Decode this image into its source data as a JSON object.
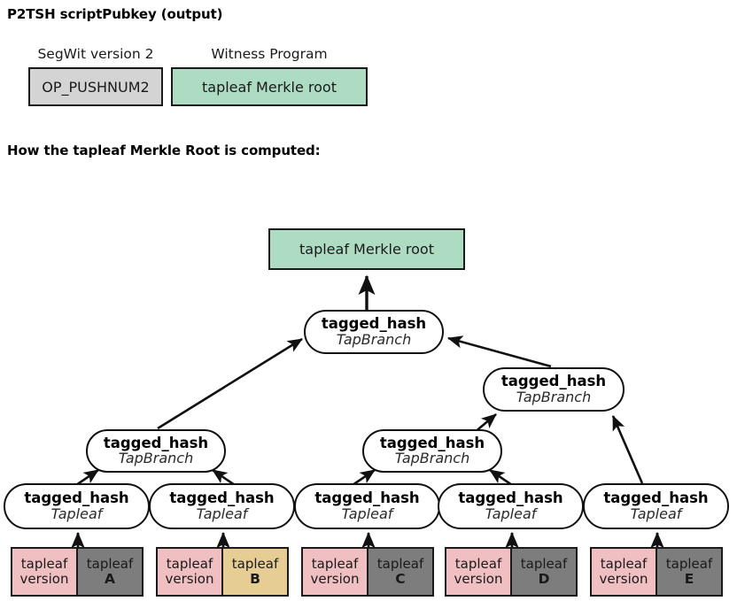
{
  "headings": {
    "scriptpubkey": "P2TSH scriptPubkey (output)",
    "merkle_root": "How the tapleaf Merkle Root is computed:"
  },
  "scriptpubkey_fields": [
    {
      "label": "SegWit version 2",
      "value": "OP_PUSHNUM2",
      "color": "#d4d4d4"
    },
    {
      "label": "Witness Program",
      "value": "tapleaf Merkle root",
      "color": "#aedcc3"
    }
  ],
  "tree": {
    "root_output": {
      "label": "tapleaf Merkle root",
      "color": "#aedcc3"
    },
    "branches": [
      {
        "id": "root-branch",
        "fn": "tagged_hash",
        "tag": "TapBranch"
      },
      {
        "id": "right-branch",
        "fn": "tagged_hash",
        "tag": "TapBranch"
      },
      {
        "id": "left-branch",
        "fn": "tagged_hash",
        "tag": "TapBranch"
      },
      {
        "id": "mid-branch",
        "fn": "tagged_hash",
        "tag": "TapBranch"
      }
    ],
    "leaves": [
      {
        "id": "leaf-a",
        "fn": "tagged_hash",
        "tag": "Tapleaf",
        "version_line1": "tapleaf",
        "version_line2": "version",
        "script_line1": "tapleaf",
        "script_name": "A",
        "script_color": "#7d7d7d"
      },
      {
        "id": "leaf-b",
        "fn": "tagged_hash",
        "tag": "Tapleaf",
        "version_line1": "tapleaf",
        "version_line2": "version",
        "script_line1": "tapleaf",
        "script_name": "B",
        "script_color": "#e6cd94"
      },
      {
        "id": "leaf-c",
        "fn": "tagged_hash",
        "tag": "Tapleaf",
        "version_line1": "tapleaf",
        "version_line2": "version",
        "script_line1": "tapleaf",
        "script_name": "C",
        "script_color": "#7d7d7d"
      },
      {
        "id": "leaf-d",
        "fn": "tagged_hash",
        "tag": "Tapleaf",
        "version_line1": "tapleaf",
        "version_line2": "version",
        "script_line1": "tapleaf",
        "script_name": "D",
        "script_color": "#7d7d7d"
      },
      {
        "id": "leaf-e",
        "fn": "tagged_hash",
        "tag": "Tapleaf",
        "version_line1": "tapleaf",
        "version_line2": "version",
        "script_line1": "tapleaf",
        "script_name": "E",
        "script_color": "#7d7d7d"
      }
    ]
  },
  "colors": {
    "green_box": "#aedcc3",
    "gray_box": "#d4d4d4",
    "pink_version": "#f0bfc1",
    "gray_script": "#7d7d7d",
    "tan_script": "#e6cd94",
    "stroke": "#111111"
  }
}
